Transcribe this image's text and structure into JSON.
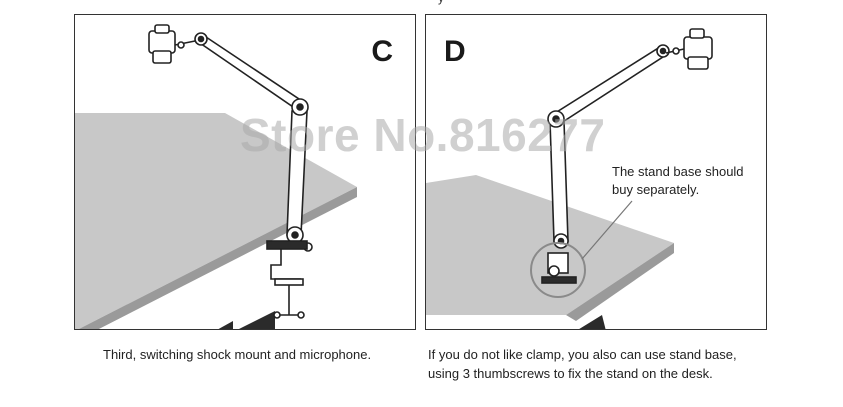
{
  "top_fragment": "y",
  "panels": {
    "c": {
      "letter": "C",
      "caption": "Third, switching shock mount and microphone."
    },
    "d": {
      "letter": "D",
      "note_line1": "The stand base should",
      "note_line2": "buy separately.",
      "caption_line1": "If you do not like clamp, you also can use stand base,",
      "caption_line2": "using 3 thumbscrews to fix the stand on the desk."
    }
  },
  "watermark": "Store No.816277",
  "colors": {
    "desk": "#c8c8c8",
    "desk_edge": "#9a9a9a",
    "leg": "#2b2b2b",
    "line": "#222222",
    "highlight": "#8a8a8a"
  }
}
